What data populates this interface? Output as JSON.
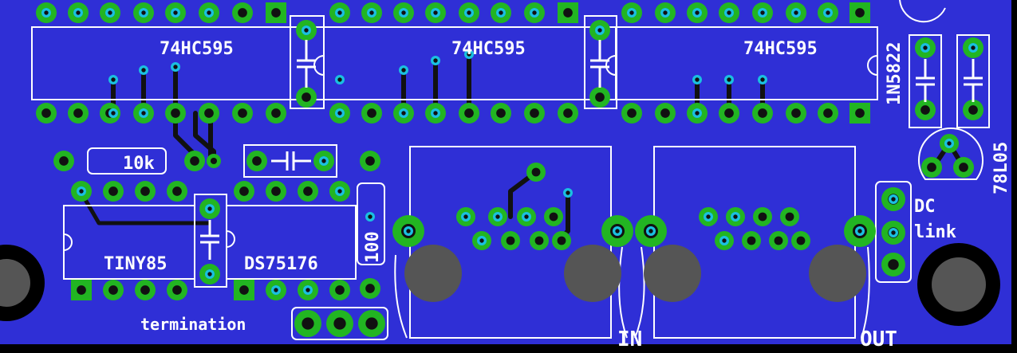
{
  "board": {
    "colors": {
      "copper_pour": "#2f2fd6",
      "background": "#000000",
      "pad_ring": "#22b522",
      "drill": "#111111",
      "via_fill": "#1ac0e0",
      "silkscreen": "#ffffff",
      "trace": "#111111",
      "shield_fill": "#555555"
    },
    "labels": {
      "ic1": "74HC595",
      "ic2": "74HC595",
      "ic3": "74HC595",
      "diode": "1N5822",
      "regulator": "78L05",
      "resistor_10k": "10k",
      "resistor_100": "100",
      "attiny": "TINY85",
      "transceiver": "DS75176",
      "dc_link": "DC",
      "dc_link_2": "link",
      "termination": "termination",
      "jack_in": "IN",
      "jack_out": "OUT"
    }
  }
}
